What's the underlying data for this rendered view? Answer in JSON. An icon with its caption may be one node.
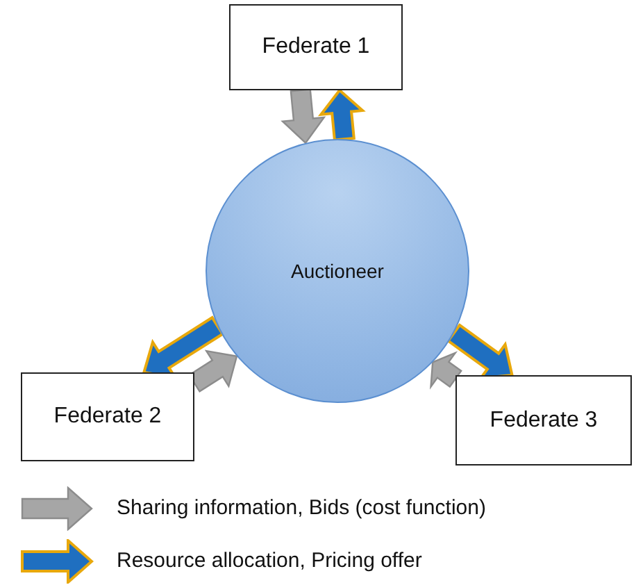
{
  "diagram": {
    "nodes": [
      {
        "text": [
          "Federate 1"
        ]
      },
      {
        "text": [
          "Auctioneer"
        ]
      },
      {
        "text": [
          "Federate 2"
        ]
      },
      {
        "text": [
          "Federate 3"
        ]
      }
    ],
    "edges": [
      {
        "from": 0,
        "to": 1,
        "arrow": "to"
      },
      {
        "from": 1,
        "to": 0,
        "arrow": "to",
        "color": "#1f6fc0"
      },
      {
        "from": 1,
        "to": 2,
        "arrow": "to",
        "color": "#1f6fc0"
      },
      {
        "from": 2,
        "to": 1,
        "arrow": "to"
      },
      {
        "from": 3,
        "to": 1,
        "arrow": "to"
      },
      {
        "from": 1,
        "to": 3,
        "arrow": "to",
        "color": "#1f6fc0"
      }
    ],
    "legend": [
      {
        "text": "Sharing information, Bids (cost function)"
      },
      {
        "text": "Resource allocation, Pricing offer"
      }
    ]
  }
}
